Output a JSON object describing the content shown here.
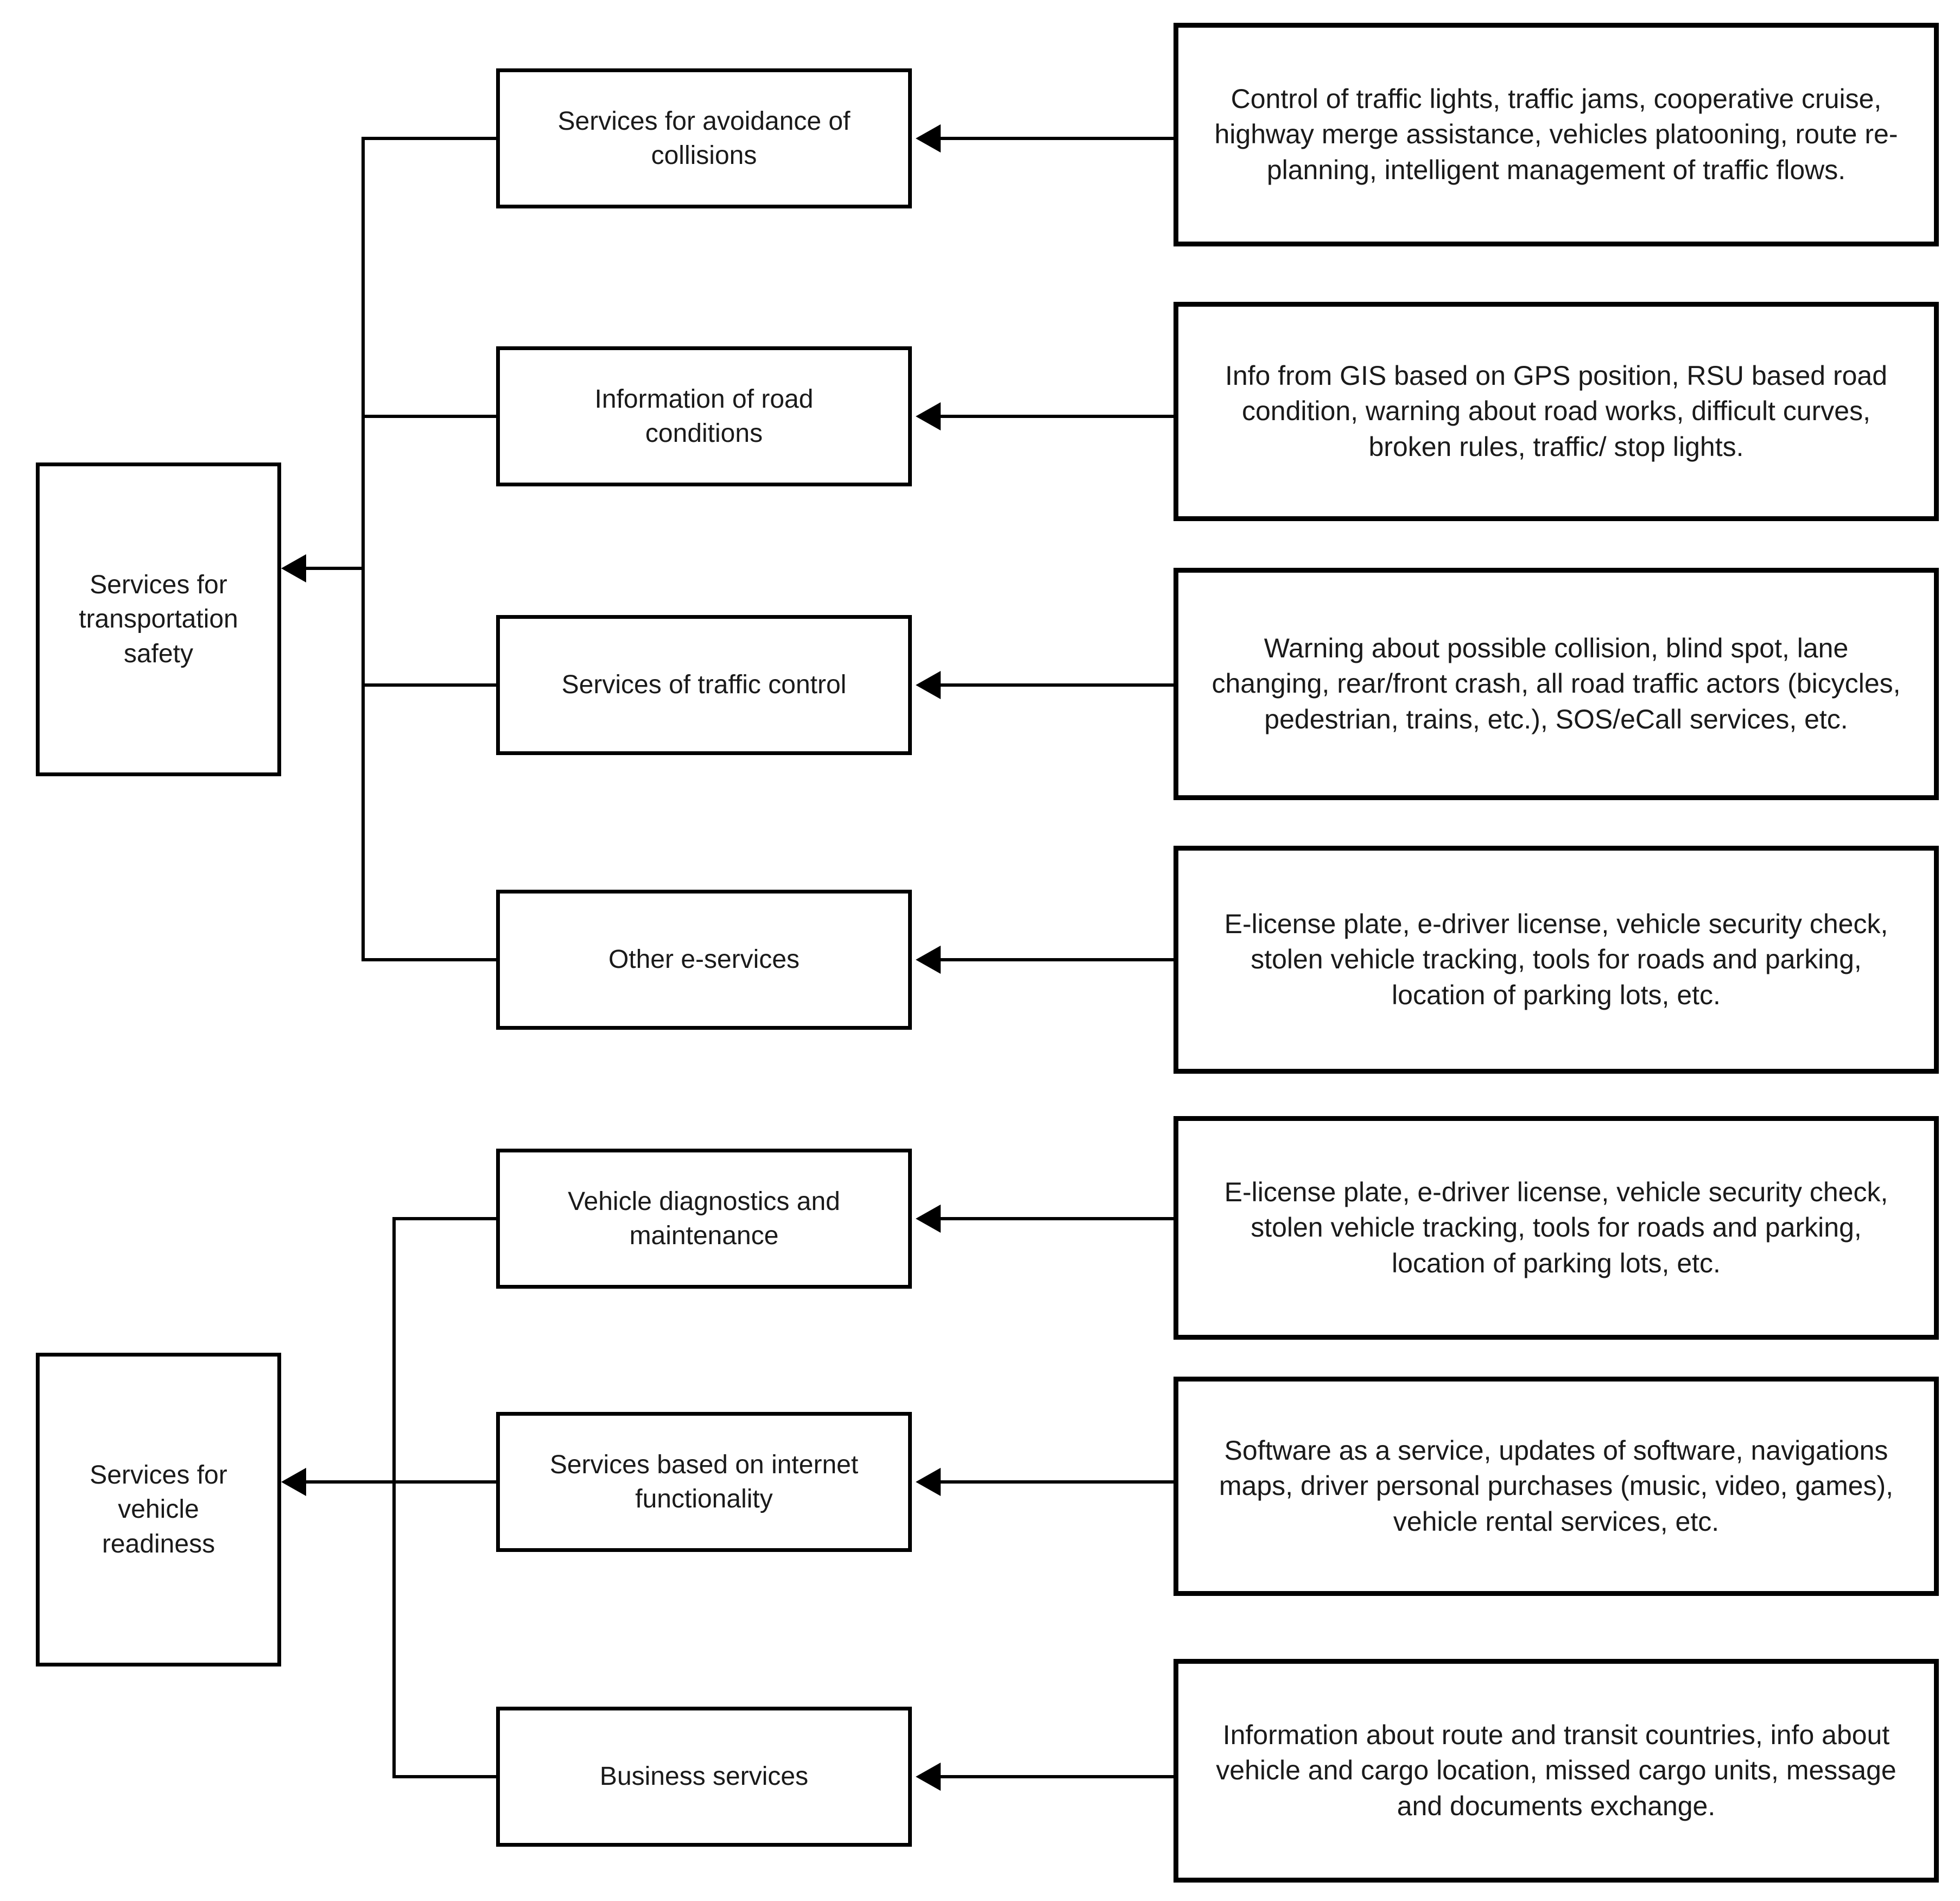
{
  "diagram": {
    "background_color": "#ffffff",
    "stroke_color": "#000000",
    "text_color": "#1a1a1a",
    "groups": [
      {
        "parent": {
          "label": "Services for\ntransportation\nsafety"
        },
        "children": [
          {
            "label": "Services for avoidance of\ncollisions",
            "description": "Control of traffic lights, traffic jams, cooperative cruise, highway merge assistance, vehicles platooning, route re-planning, intelligent management of traffic flows."
          },
          {
            "label": "Information of road\nconditions",
            "description": "Info from GIS based on GPS position, RSU based road condition, warning about road works, difficult curves, broken rules, traffic/ stop lights."
          },
          {
            "label": "Services of traffic control",
            "description": "Warning about possible collision, blind spot, lane changing, rear/front crash, all road traffic actors (bicycles, pedestrian, trains, etc.), SOS/eCall services, etc."
          },
          {
            "label": "Other e-services",
            "description": "E-license plate, e-driver license, vehicle security check, stolen vehicle tracking, tools for roads and parking, location of parking lots, etc."
          }
        ]
      },
      {
        "parent": {
          "label": "Services for\nvehicle\nreadiness"
        },
        "children": [
          {
            "label": "Vehicle diagnostics and\nmaintenance",
            "description": "E-license plate, e-driver license, vehicle security check, stolen vehicle tracking, tools for roads and parking, location of parking lots, etc."
          },
          {
            "label": "Services based on internet\nfunctionality",
            "description": "Software as a service, updates of software, navigations maps, driver personal purchases (music, video, games), vehicle rental services, etc."
          },
          {
            "label": "Business services",
            "description": "Information about route and transit countries, info about vehicle and cargo location, missed cargo units, message and documents exchange."
          }
        ]
      }
    ]
  }
}
